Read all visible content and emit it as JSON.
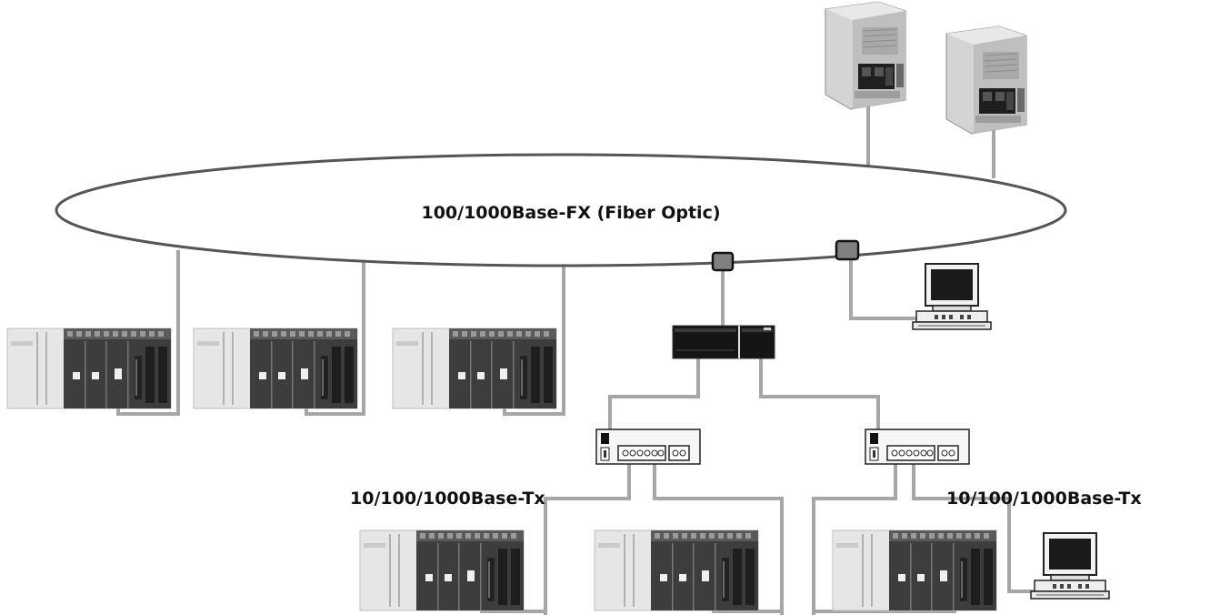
{
  "labels": {
    "ring": "100/1000Base-FX (Fiber Optic)",
    "tx_left": "10/100/1000Base-Tx",
    "tx_right": "10/100/1000Base-Tx"
  },
  "colors": {
    "wire": "#a6a6a6",
    "plc_body": "#e3e3e3",
    "plc_dark": "#3f3f3f",
    "ring": "#555555",
    "connector": "#808080"
  },
  "icons": {
    "server": "server-rack-icon",
    "workstation": "computer-workstation-icon",
    "plc": "plc-rack-icon",
    "switch": "ethernet-switch-icon",
    "hub": "ethernet-hub-icon",
    "connector": "fiber-connector-icon"
  }
}
